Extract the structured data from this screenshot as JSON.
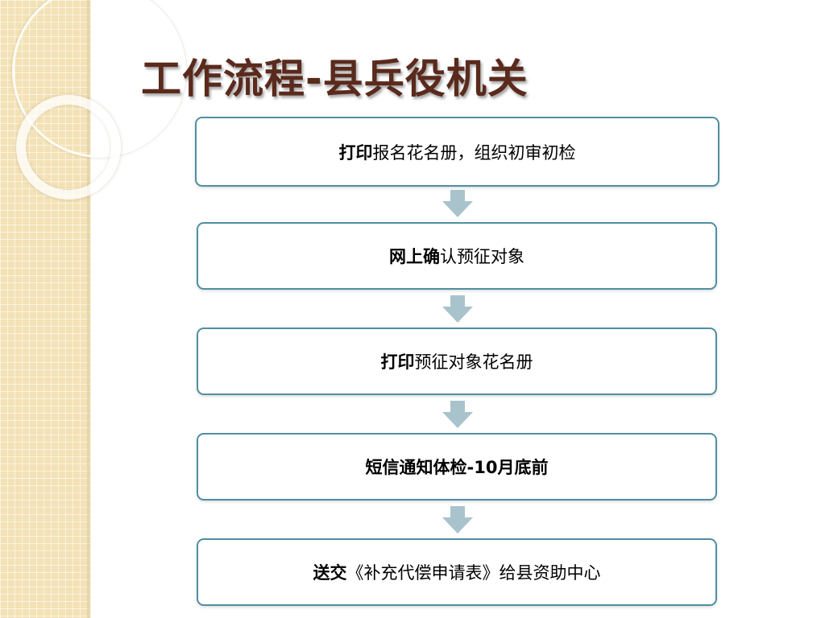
{
  "slide": {
    "title": "工作流程-县兵役机关"
  },
  "steps": [
    {
      "bold": "打印",
      "text": "报名花名册，组织初审初检"
    },
    {
      "bold": "网上确",
      "text": "认预征对象"
    },
    {
      "bold": "打印",
      "text": "预征对象花名册"
    },
    {
      "bold": "短信通知体",
      "text": "检-10月底前"
    },
    {
      "bold": "送交",
      "text": "《补充代偿申请表》给县资助中心"
    }
  ],
  "colors": {
    "title": "#5a2a1c",
    "box_border": "#4f8fa0",
    "arrow": "#a9c3cc",
    "side_band": "#f3e2b6"
  }
}
